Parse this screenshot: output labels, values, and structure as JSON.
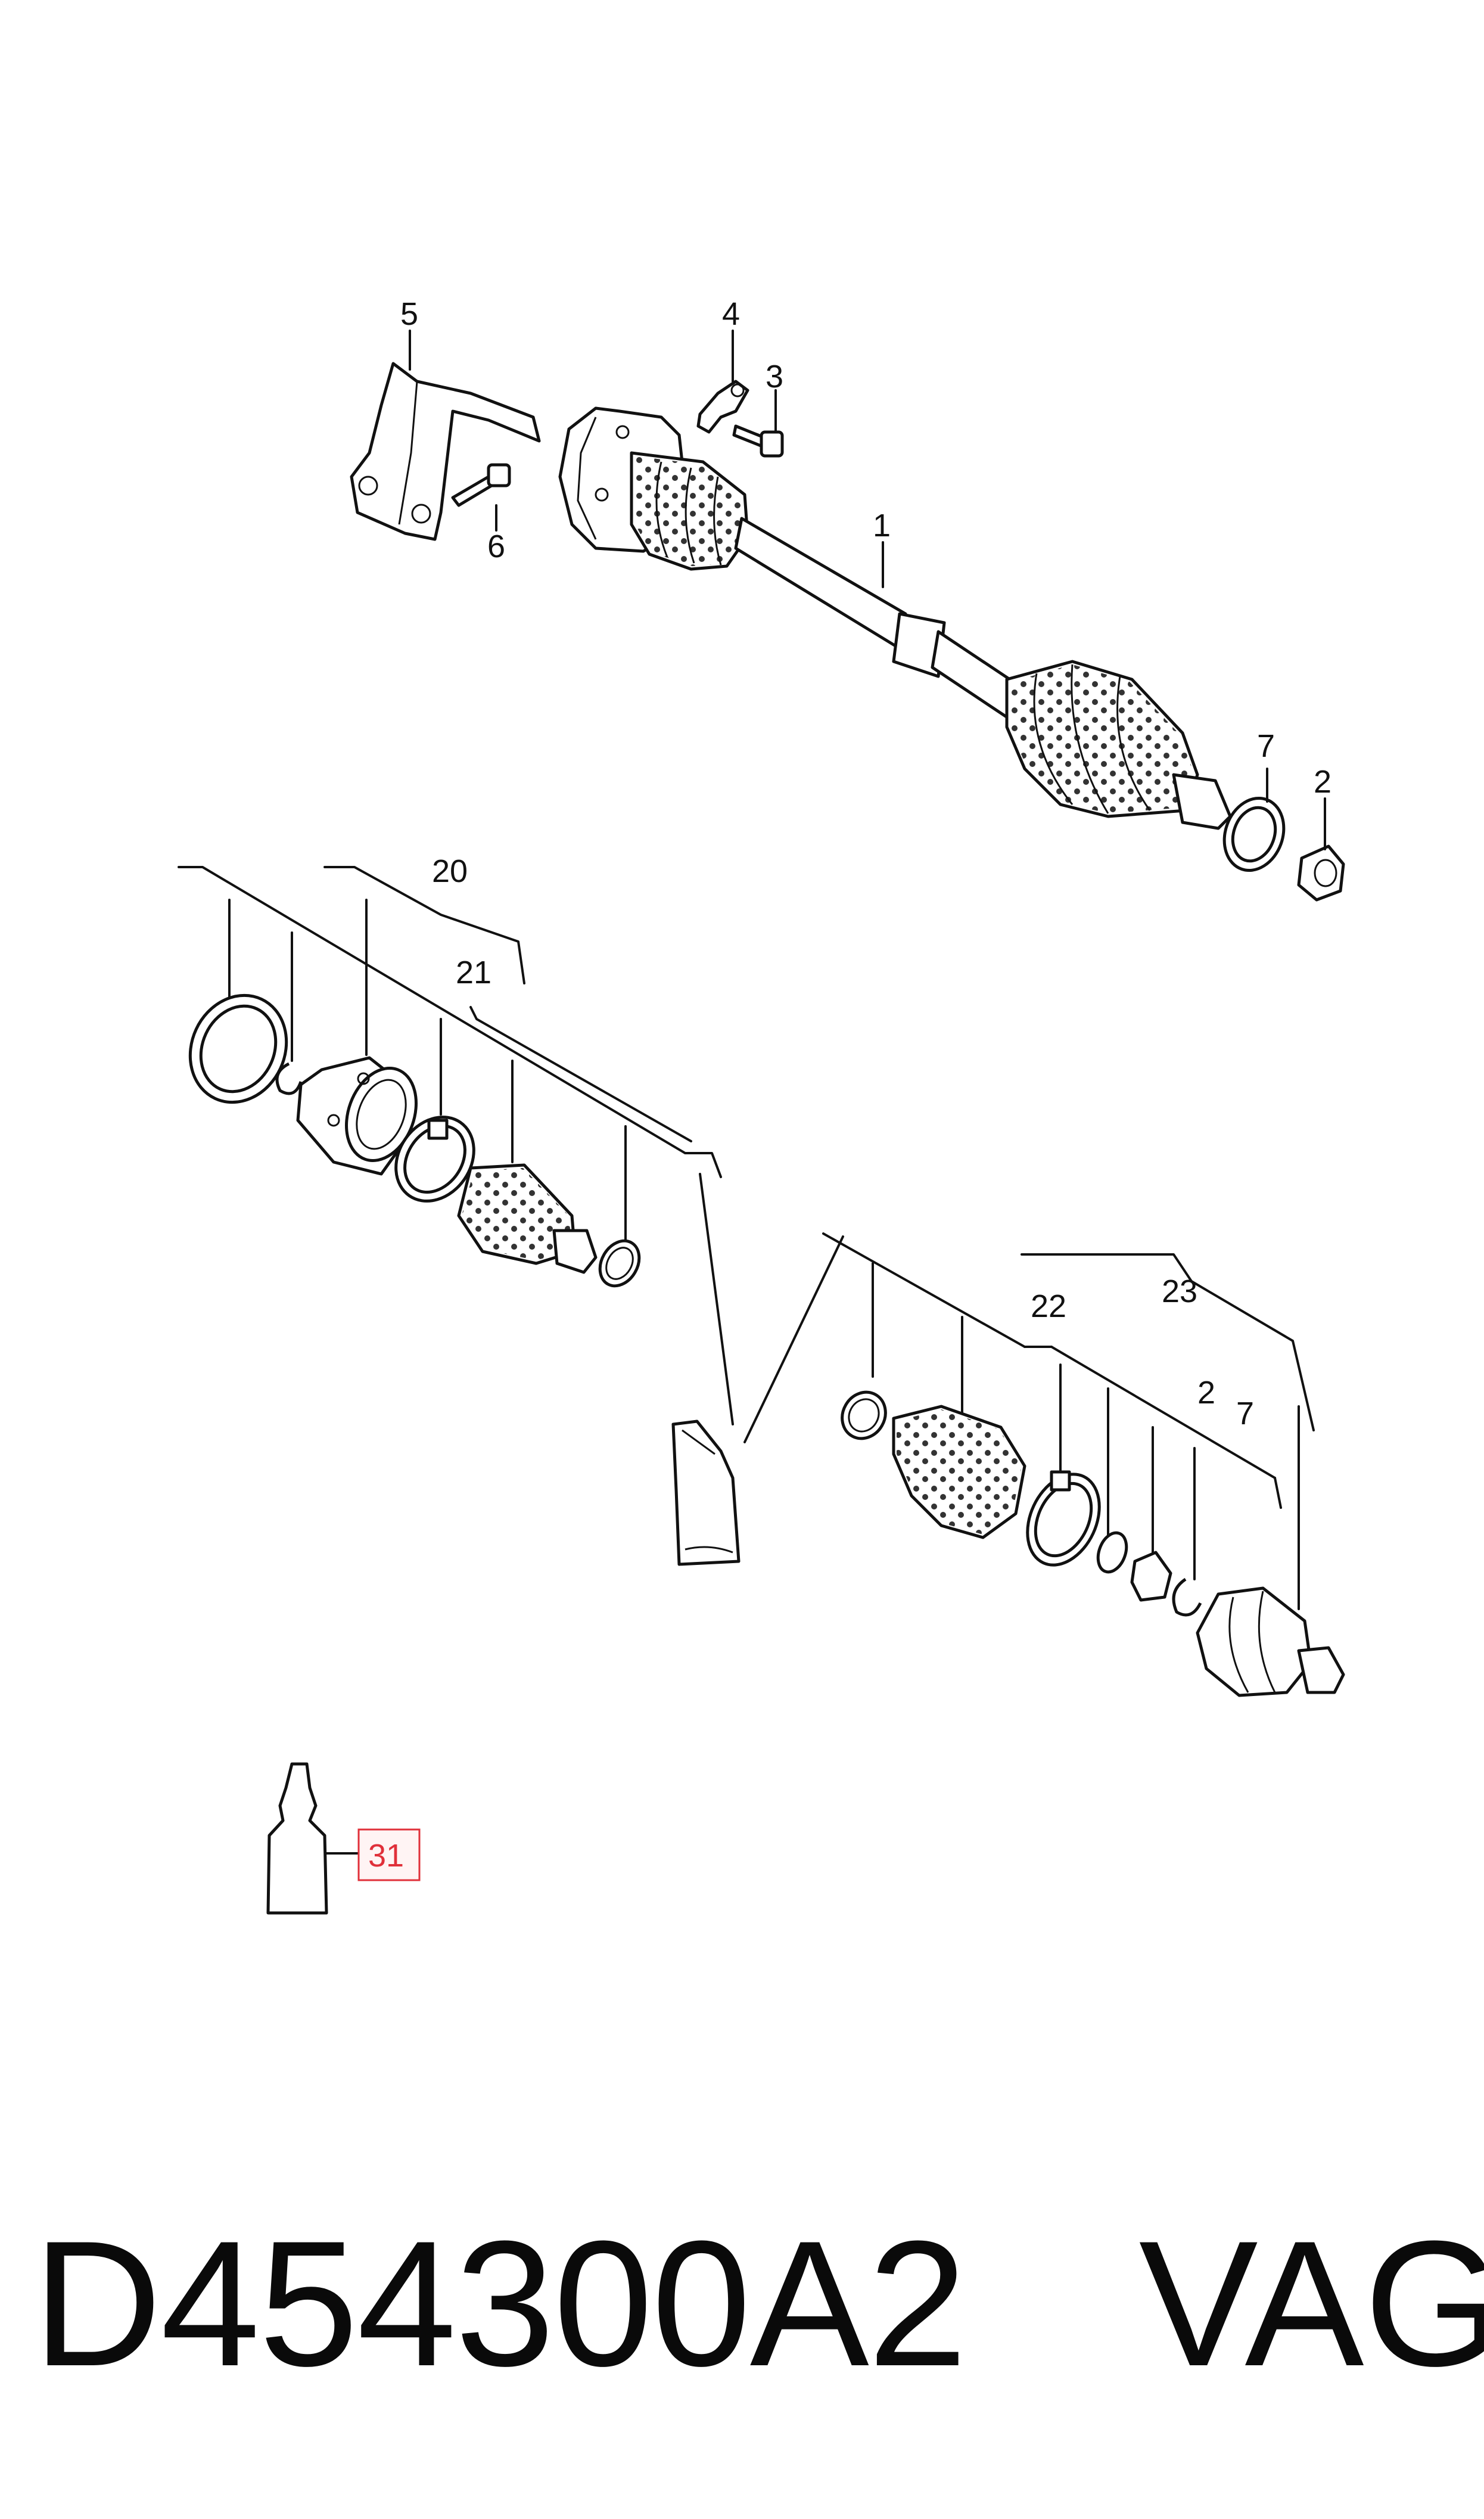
{
  "diagram": {
    "callouts": {
      "c1": "1",
      "c2": "2",
      "c3": "3",
      "c4": "4",
      "c5": "5",
      "c6": "6",
      "c7": "7",
      "c20": "20",
      "c21": "21",
      "c22": "22",
      "c23": "23",
      "c2b": "2",
      "c7b": "7",
      "c31": "31"
    },
    "highlight_color": "#e0303a"
  },
  "footer": {
    "part_number": "D454300A2",
    "brand": "VAG"
  }
}
